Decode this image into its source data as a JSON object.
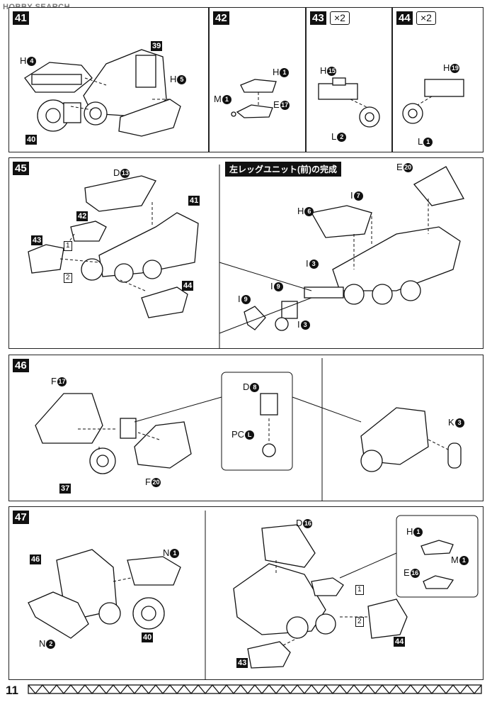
{
  "watermark": "HOBBY SEARCH",
  "page_number": "11",
  "banner": "左レッグユニット(前)の完成",
  "steps": {
    "s41": "41",
    "s42": "42",
    "s43": "43",
    "s44": "44",
    "s45": "45",
    "s46": "46",
    "s47": "47"
  },
  "times": {
    "t43": "×2",
    "t44": "×2"
  },
  "labels": {
    "p41_h": "H",
    "p41_h_n": "4",
    "p41_h2": "H",
    "p41_h2_n": "5",
    "p41_r39": "39",
    "p41_r40": "40",
    "p42_h": "H",
    "p42_h_n": "1",
    "p42_m": "M",
    "p42_m_n": "1",
    "p42_e": "E",
    "p42_e_n": "17",
    "p43_h": "H",
    "p43_h_n": "15",
    "p43_l": "L",
    "p43_l_n": "2",
    "p44_h": "H",
    "p44_h_n": "19",
    "p44_l": "L",
    "p44_l_n": "1",
    "p45_d": "D",
    "p45_d_n": "13",
    "p45_r42": "42",
    "p45_r43": "43",
    "p45_r41": "41",
    "p45_r44": "44",
    "p45_b1": "1",
    "p45_b2": "2",
    "p45_e": "E",
    "p45_e_n": "20",
    "p45_h": "H",
    "p45_h_n": "6",
    "p45_i7": "I",
    "p45_i7_n": "7",
    "p45_i3a": "I",
    "p45_i3a_n": "3",
    "p45_i9a": "I",
    "p45_i9a_n": "9",
    "p45_i9b": "I",
    "p45_i9b_n": "9",
    "p45_i3b": "I",
    "p45_i3b_n": "3",
    "p46_f17": "F",
    "p46_f17_n": "17",
    "p46_r37": "37",
    "p46_f20": "F",
    "p46_f20_n": "20",
    "p46_d": "D",
    "p46_d_n": "8",
    "p46_pc": "PC",
    "p46_pc_n": "L",
    "p46_k": "K",
    "p46_k_n": "3",
    "p47_r46": "46",
    "p47_n1": "N",
    "p47_n1_n": "1",
    "p47_n2": "N",
    "p47_n2_n": "2",
    "p47_r40": "40",
    "p47_d": "D",
    "p47_d_n": "16",
    "p47_h": "H",
    "p47_h_n": "1",
    "p47_e": "E",
    "p47_e_n": "16",
    "p47_m": "M",
    "p47_m_n": "1",
    "p47_r43": "43",
    "p47_r44": "44",
    "p47_b1": "1",
    "p47_b2": "2"
  }
}
